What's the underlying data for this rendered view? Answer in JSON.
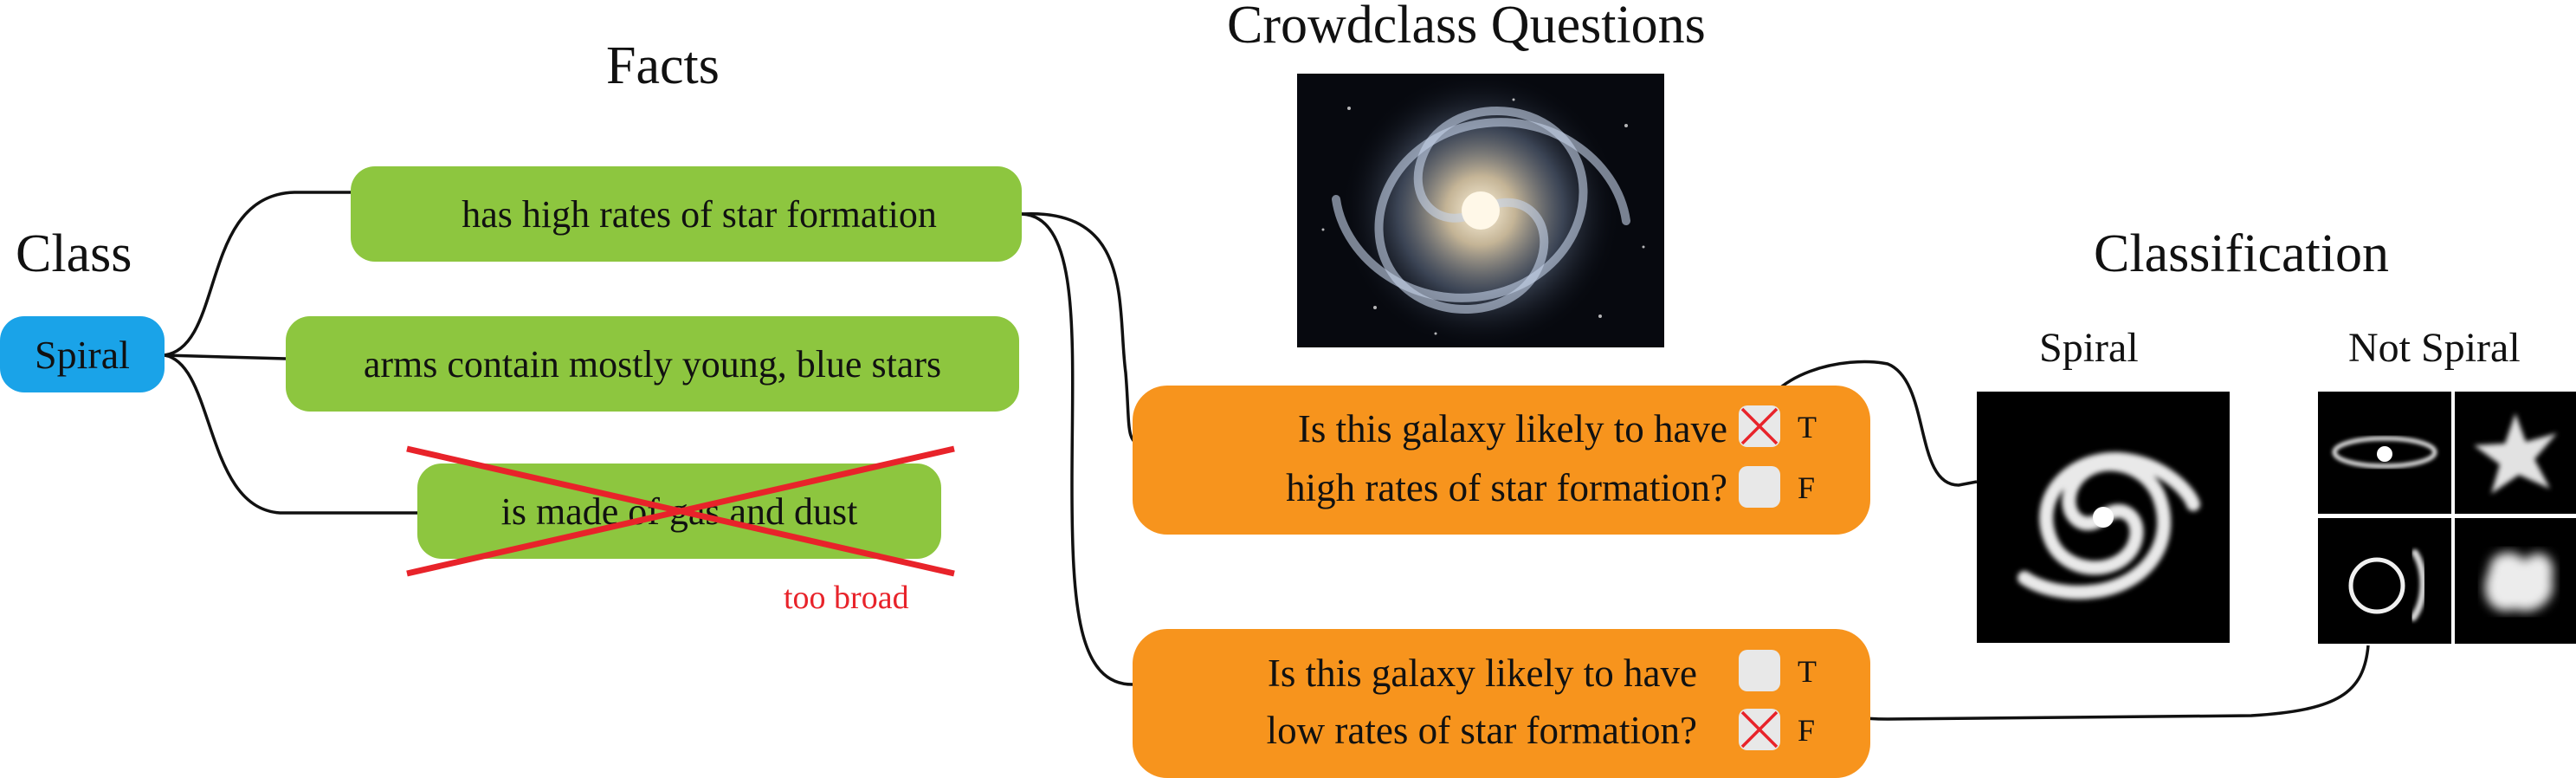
{
  "headings": {
    "class": "Class",
    "facts": "Facts",
    "crowdclass_questions": "Crowdclass Questions",
    "classification": "Classification"
  },
  "class_node": {
    "label": "Spiral",
    "color": "#1aa3e8"
  },
  "facts": [
    {
      "text": "has high rates of star formation",
      "color": "#8dc63f",
      "rejected": false
    },
    {
      "text": "arms contain mostly young, blue stars",
      "color": "#8dc63f",
      "rejected": false
    },
    {
      "text": "is made of gas and dust",
      "color": "#8dc63f",
      "rejected": true,
      "note": "too broad",
      "note_color": "#e8232a"
    }
  ],
  "questions": [
    {
      "line1": "Is this galaxy likely to have",
      "line2": "high rates of star formation?",
      "options": [
        {
          "label": "T",
          "checked": true
        },
        {
          "label": "F",
          "checked": false
        }
      ]
    },
    {
      "line1": "Is this galaxy likely to have",
      "line2": "low rates of star formation?",
      "options": [
        {
          "label": "T",
          "checked": false
        },
        {
          "label": "F",
          "checked": true
        }
      ]
    }
  ],
  "question_color": "#f7941d",
  "classification": {
    "positive_label": "Spiral",
    "negative_label": "Not Spiral"
  },
  "icons": [
    "galaxy-photo",
    "spiral-galaxy-thumbnail",
    "elliptical-ring-thumbnail",
    "irregular-star-thumbnail",
    "ring-galaxy-thumbnail",
    "blob-thumbnail",
    "cross-mark-icon"
  ]
}
